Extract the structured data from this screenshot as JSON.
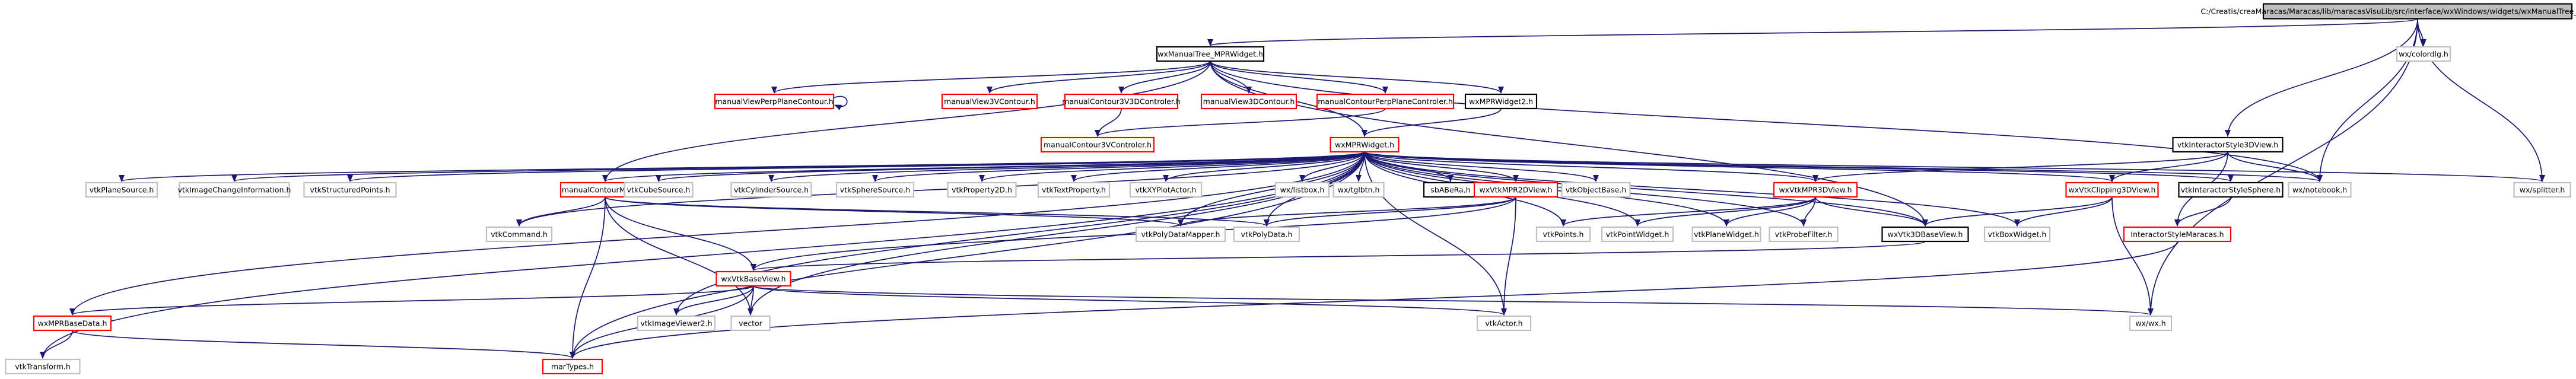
{
  "graph": {
    "root_node": "C:/Creatis/creaMaracas/Maracas/lib/maracasVisuLib/src/interface/wxWindows/widgets/wxManualTree_MPRWidget.cxx",
    "colors": {
      "edge": "#191970",
      "red_border": "#ff0000",
      "black_border": "#000000",
      "gray_border": "#bfbfbf",
      "root_fill": "#bfbfbf",
      "text": "#000000"
    },
    "nodes": [
      {
        "id": "root",
        "label": "C:/Creatis/creaMaracas/Maracas/lib/maracasVisuLib/src/interface/wxWindows/widgets/wxManualTree_MPRWidget.cxx",
        "style": "root"
      },
      {
        "id": "wxManualTree_MPRWidget",
        "label": "wxManualTree_MPRWidget.h",
        "style": "black"
      },
      {
        "id": "wxcolordlg",
        "label": "wx/colordlg.h",
        "style": "gray"
      },
      {
        "id": "manualViewPerpPlaneContour",
        "label": "manualViewPerpPlaneContour.h",
        "style": "red"
      },
      {
        "id": "manualView3VContour",
        "label": "manualView3VContour.h",
        "style": "red"
      },
      {
        "id": "manualContour3V3DControler",
        "label": "manualContour3V3DControler.h",
        "style": "red"
      },
      {
        "id": "manualView3DContour",
        "label": "manualView3DContour.h",
        "style": "red"
      },
      {
        "id": "manualContourPerpPlaneControler",
        "label": "manualContourPerpPlaneControler.h",
        "style": "red"
      },
      {
        "id": "wxMPRWidget2",
        "label": "wxMPRWidget2.h",
        "style": "black"
      },
      {
        "id": "manualContour3VControler",
        "label": "manualContour3VControler.h",
        "style": "red"
      },
      {
        "id": "wxMPRWidget",
        "label": "wxMPRWidget.h",
        "style": "red"
      },
      {
        "id": "vtkInteractorStyle3DView",
        "label": "vtkInteractorStyle3DView.h",
        "style": "black"
      },
      {
        "id": "vtkPlaneSource",
        "label": "vtkPlaneSource.h",
        "style": "gray"
      },
      {
        "id": "vtkImageChangeInformation",
        "label": "vtkImageChangeInformation.h",
        "style": "gray"
      },
      {
        "id": "vtkStructuredPoints",
        "label": "vtkStructuredPoints.h",
        "style": "gray"
      },
      {
        "id": "manualContourModel",
        "label": "manualContourModel.h",
        "style": "red"
      },
      {
        "id": "vtkCubeSource",
        "label": "vtkCubeSource.h",
        "style": "gray"
      },
      {
        "id": "vtkCylinderSource",
        "label": "vtkCylinderSource.h",
        "style": "gray"
      },
      {
        "id": "vtkSphereSource",
        "label": "vtkSphereSource.h",
        "style": "gray"
      },
      {
        "id": "vtkProperty2D",
        "label": "vtkProperty2D.h",
        "style": "gray"
      },
      {
        "id": "vtkTextProperty",
        "label": "vtkTextProperty.h",
        "style": "gray"
      },
      {
        "id": "vtkXYPlotActor",
        "label": "vtkXYPlotActor.h",
        "style": "gray"
      },
      {
        "id": "wxlistbox",
        "label": "wx/listbox.h",
        "style": "gray"
      },
      {
        "id": "wxtglbtn",
        "label": "wx/tglbtn.h",
        "style": "gray"
      },
      {
        "id": "sbABeRa",
        "label": "sbABeRa.h",
        "style": "black"
      },
      {
        "id": "wxVtkMPR2DView",
        "label": "wxVtkMPR2DView.h",
        "style": "red"
      },
      {
        "id": "vtkObjectBase",
        "label": "vtkObjectBase.h",
        "style": "gray"
      },
      {
        "id": "wxVtkMPR3DView",
        "label": "wxVtkMPR3DView.h",
        "style": "red"
      },
      {
        "id": "wxVtkClipping3DView",
        "label": "wxVtkClipping3DView.h",
        "style": "red"
      },
      {
        "id": "vtkInteractorStyleSphere",
        "label": "vtkInteractorStyleSphere.h",
        "style": "black"
      },
      {
        "id": "wxnotebook",
        "label": "wx/notebook.h",
        "style": "gray"
      },
      {
        "id": "wxsplitter",
        "label": "wx/splitter.h",
        "style": "gray"
      },
      {
        "id": "vtkCommand",
        "label": "vtkCommand.h",
        "style": "gray"
      },
      {
        "id": "vtkPolyDataMapper",
        "label": "vtkPolyDataMapper.h",
        "style": "gray"
      },
      {
        "id": "vtkPolyData",
        "label": "vtkPolyData.h",
        "style": "gray"
      },
      {
        "id": "vtkPoints",
        "label": "vtkPoints.h",
        "style": "gray"
      },
      {
        "id": "vtkPointWidget",
        "label": "vtkPointWidget.h",
        "style": "gray"
      },
      {
        "id": "vtkPlaneWidget",
        "label": "vtkPlaneWidget.h",
        "style": "gray"
      },
      {
        "id": "vtkProbeFilter",
        "label": "vtkProbeFilter.h",
        "style": "gray"
      },
      {
        "id": "wxVtk3DBaseView",
        "label": "wxVtk3DBaseView.h",
        "style": "black"
      },
      {
        "id": "vtkBoxWidget",
        "label": "vtkBoxWidget.h",
        "style": "gray"
      },
      {
        "id": "InteractorStyleMaracas",
        "label": "InteractorStyleMaracas.h",
        "style": "red"
      },
      {
        "id": "wxVtkBaseView",
        "label": "wxVtkBaseView.h",
        "style": "red"
      },
      {
        "id": "wxMPRBaseData",
        "label": "wxMPRBaseData.h",
        "style": "red"
      },
      {
        "id": "vtkImageViewer2",
        "label": "vtkImageViewer2.h",
        "style": "gray"
      },
      {
        "id": "vector",
        "label": "vector",
        "style": "gray"
      },
      {
        "id": "vtkActor",
        "label": "vtkActor.h",
        "style": "gray"
      },
      {
        "id": "wxwx",
        "label": "wx/wx.h",
        "style": "gray"
      },
      {
        "id": "vtkTransform",
        "label": "vtkTransform.h",
        "style": "gray"
      },
      {
        "id": "marTypes",
        "label": "marTypes.h",
        "style": "red"
      }
    ]
  }
}
